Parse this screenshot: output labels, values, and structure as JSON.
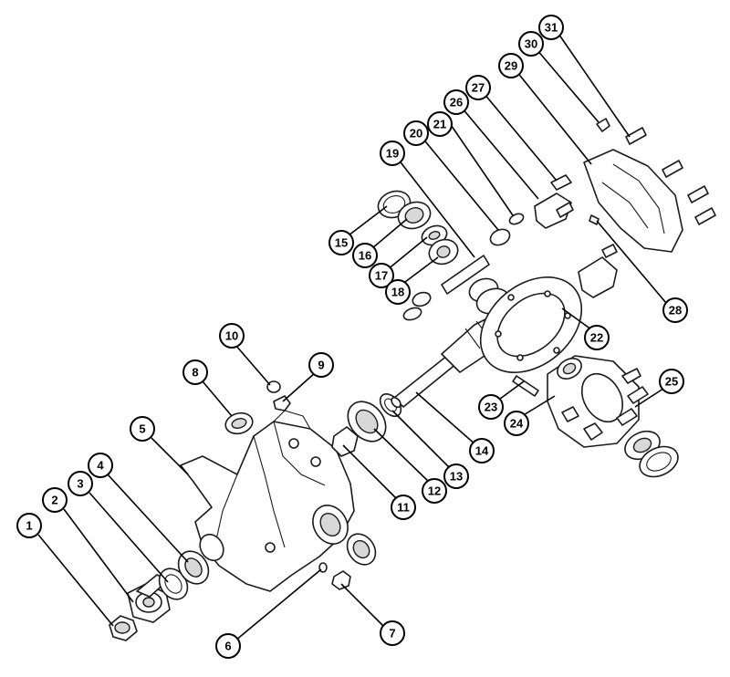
{
  "callouts": [
    {
      "label": "1"
    },
    {
      "label": "2"
    },
    {
      "label": "3"
    },
    {
      "label": "4"
    },
    {
      "label": "5"
    },
    {
      "label": "6"
    },
    {
      "label": "7"
    },
    {
      "label": "8"
    },
    {
      "label": "9"
    },
    {
      "label": "10"
    },
    {
      "label": "11"
    },
    {
      "label": "12"
    },
    {
      "label": "13"
    },
    {
      "label": "14"
    },
    {
      "label": "15"
    },
    {
      "label": "16"
    },
    {
      "label": "17"
    },
    {
      "label": "18"
    },
    {
      "label": "19"
    },
    {
      "label": "20"
    },
    {
      "label": "21"
    },
    {
      "label": "22"
    },
    {
      "label": "23"
    },
    {
      "label": "24"
    },
    {
      "label": "25"
    },
    {
      "label": "26"
    },
    {
      "label": "27"
    },
    {
      "label": "28"
    },
    {
      "label": "29"
    },
    {
      "label": "30"
    },
    {
      "label": "31"
    }
  ],
  "colors": {
    "line": "#1a1a1a",
    "background": "#ffffff",
    "shade": "#d8d8d8"
  }
}
